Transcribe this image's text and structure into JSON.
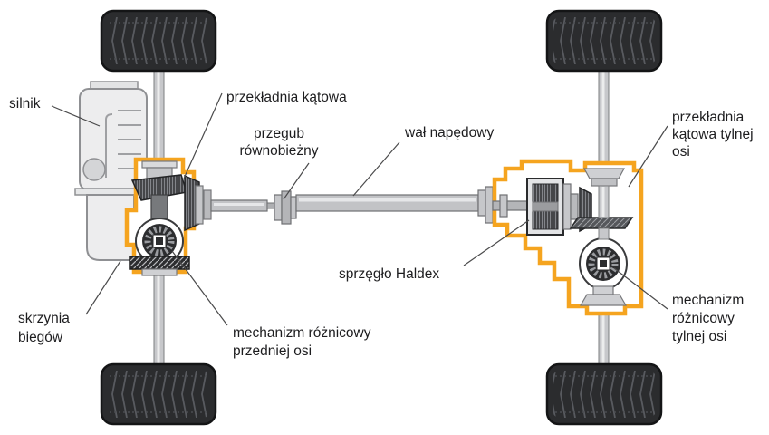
{
  "diagram": {
    "labels": {
      "silnik": "silnik",
      "przekladnia_katowa": "przekładnia kątowa",
      "przegub_line1": "przegub",
      "przegub_line2": "równobieżny",
      "wal_napedowy": "wał napędowy",
      "przekladnia_tylna_line1": "przekładnia",
      "przekladnia_tylna_line2": "kątowa tylnej",
      "przekladnia_tylna_line3": "osi",
      "sprzeglo_haldex": "sprzęgło Haldex",
      "mech_roznicowy_przedni_line1": "mechanizm różnicowy",
      "mech_roznicowy_przedni_line2": "przedniej osi",
      "skrzynia_line1": "skrzynia",
      "skrzynia_line2": "biegów",
      "mech_roznicowy_tylny_line1": "mechanizm",
      "mech_roznicowy_tylny_line2": "różnicowy",
      "mech_roznicowy_tylny_line3": "tylnej osi"
    },
    "colors": {
      "highlight_orange": "#F5A41F",
      "tire_dark": "#2B2C2E",
      "metal_gray": "#C6C7CA",
      "text": "#1D1D1F"
    }
  }
}
